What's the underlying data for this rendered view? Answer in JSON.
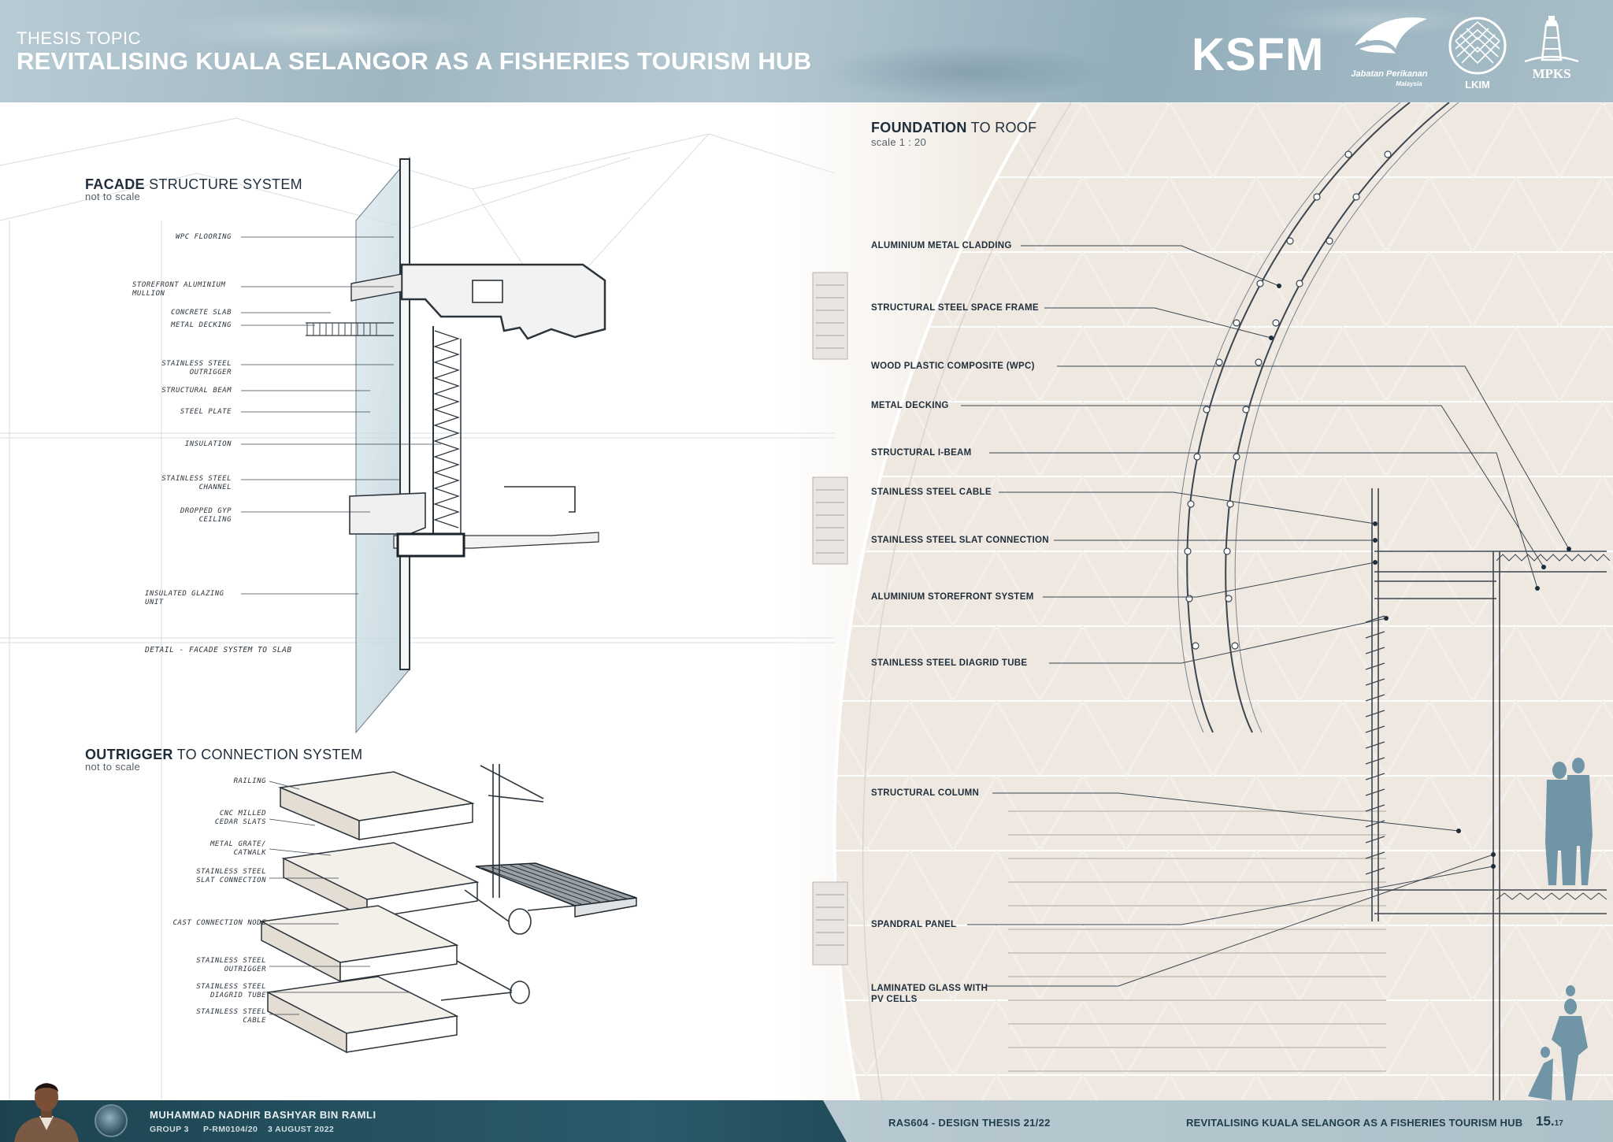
{
  "header": {
    "thesis_label": "THESIS TOPIC",
    "title": "REVITALISING KUALA SELANGOR AS A FISHERIES TOURISM HUB",
    "brand": "KSFM",
    "logos": [
      {
        "name": "Jabatan Perikanan Malaysia",
        "text": "Jabatan Perikanan",
        "sub": "Malaysia"
      },
      {
        "name": "LKIM",
        "text": "LKIM"
      },
      {
        "name": "MPKS",
        "text": "MPKS"
      }
    ]
  },
  "facade": {
    "title_bold": "FACADE",
    "title_light": " STRUCTURE  SYSTEM",
    "subtitle": "not to scale",
    "labels": [
      "WPC FLOORING",
      "STOREFRONT ALUMINIUM\nMULLION",
      "CONCRETE SLAB",
      "METAL DECKING",
      "STAINLESS STEEL\nOUTRIGGER",
      "STRUCTURAL BEAM",
      "STEEL PLATE",
      "INSULATION",
      "STAINLESS STEEL\nCHANNEL",
      "DROPPED GYP\nCEILING",
      "INSULATED GLAZING\nUNIT"
    ],
    "caption": "DETAIL - FACADE SYSTEM TO SLAB"
  },
  "outrigger": {
    "title_bold": "OUTRIGGER",
    "title_light": " TO CONNECTION  SYSTEM",
    "subtitle": "not to scale",
    "labels": [
      "RAILING",
      "CNC MILLED\nCEDAR SLATS",
      "METAL GRATE/\nCATWALK",
      "STAINLESS STEEL\nSLAT CONNECTION",
      "CAST CONNECTION NODE",
      "STAINLESS STEEL\nOUTRIGGER",
      "STAINLESS STEEL\nDIAGRID TUBE",
      "STAINLESS STEEL\nCABLE"
    ]
  },
  "foundation": {
    "title_bold": "FOUNDATION",
    "title_light": " TO ROOF",
    "subtitle": "scale 1 : 20",
    "callouts": [
      "ALUMINIUM METAL CLADDING",
      "STRUCTURAL STEEL SPACE FRAME",
      "WOOD PLASTIC COMPOSITE (WPC)",
      "METAL DECKING",
      "STRUCTURAL  I-BEAM",
      "STAINLESS STEEL CABLE",
      "STAINLESS STEEL SLAT CONNECTION",
      "ALUMINIUM STOREFRONT SYSTEM",
      "STAINLESS STEEL DIAGRID TUBE",
      "STRUCTURAL COLUMN",
      "SPANDRAL PANEL",
      "LAMINATED GLASS WITH\nPV CELLS"
    ]
  },
  "footer": {
    "name": "MUHAMMAD NADHIR BASHYAR BIN RAMLI",
    "group": "GROUP 3",
    "id": "P-RM0104/20",
    "date": "3 AUGUST 2022",
    "course": "RAS604 - DESIGN THESIS 21/22",
    "title": "REVITALISING KUALA SELANGOR AS A FISHERIES TOURISM HUB",
    "page": "15.",
    "page_total": "17"
  },
  "colors": {
    "header": "#a8bec8",
    "footer": "#1d4350",
    "ink": "#1f2d3a"
  }
}
